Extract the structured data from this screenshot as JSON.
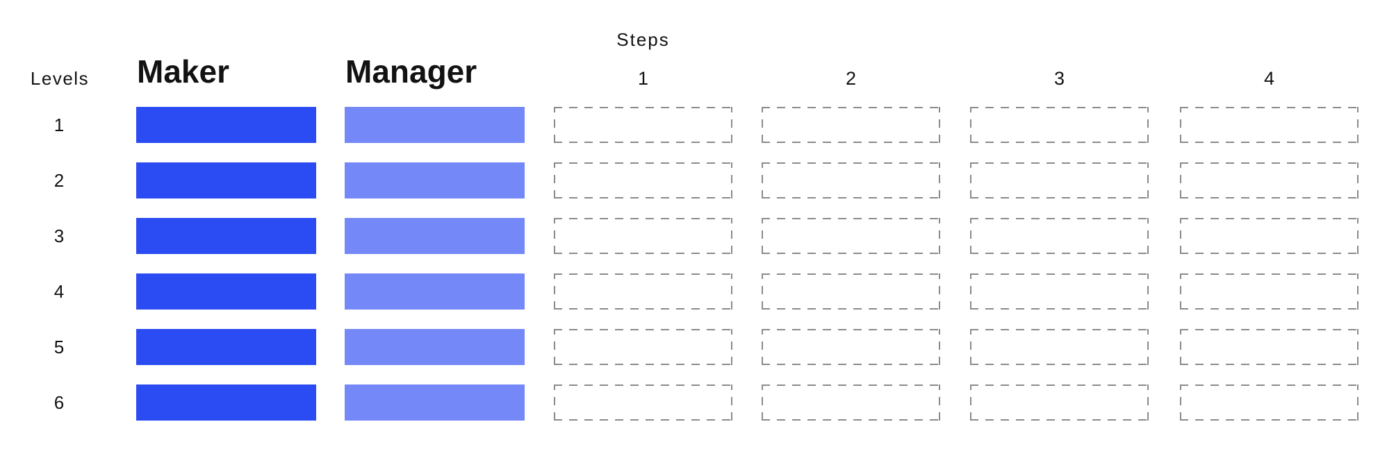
{
  "colors": {
    "maker-bar": "#2b4cf3",
    "manager-bar": "#7488f7",
    "slot-border": "#8a8a8a",
    "text": "#121212",
    "background": "#ffffff"
  },
  "header": {
    "levels_label": "Levels",
    "maker_label": "Maker",
    "manager_label": "Manager",
    "steps_label": "Steps",
    "step_numbers": [
      "1",
      "2",
      "3",
      "4"
    ]
  },
  "rows": [
    {
      "level": "1"
    },
    {
      "level": "2"
    },
    {
      "level": "3"
    },
    {
      "level": "4"
    },
    {
      "level": "5"
    },
    {
      "level": "6"
    }
  ],
  "structure": {
    "bar_columns": [
      "Maker",
      "Manager"
    ],
    "step_columns_count": 4,
    "levels_count": 6,
    "step_slots": "empty dashed placeholders"
  }
}
